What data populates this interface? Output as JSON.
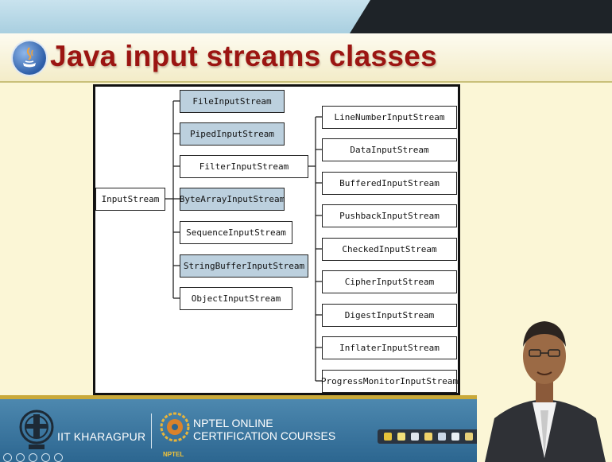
{
  "title": "Java input streams classes",
  "diagram": {
    "root": "InputStream",
    "level1": [
      {
        "label": "FileInputStream",
        "shaded": true
      },
      {
        "label": "PipedInputStream",
        "shaded": true
      },
      {
        "label": "FilterInputStream",
        "shaded": false
      },
      {
        "label": "ByteArrayInputStream",
        "shaded": true
      },
      {
        "label": "SequenceInputStream",
        "shaded": false
      },
      {
        "label": "StringBufferInputStream",
        "shaded": true
      },
      {
        "label": "ObjectInputStream",
        "shaded": false
      }
    ],
    "filter_subclasses": [
      "LineNumberInputStream",
      "DataInputStream",
      "BufferedInputStream",
      "PushbackInputStream",
      "CheckedInputStream",
      "CipherInputStream",
      "DigestInputStream",
      "InflaterInputStream",
      "ProgressMonitorInputStream"
    ],
    "shaded_color": "#bcd0de"
  },
  "footer": {
    "iit": "IIT KHARAGPUR",
    "nptel_line1": "NPTEL ONLINE",
    "nptel_line2": "CERTIFICATION COURSES",
    "nptel_small": "NPTEL"
  },
  "colors": {
    "title": "#9b1512",
    "footer": "#3a77a0",
    "top_bar": "#1e2328",
    "slide_bg": "#fbf6d6"
  }
}
